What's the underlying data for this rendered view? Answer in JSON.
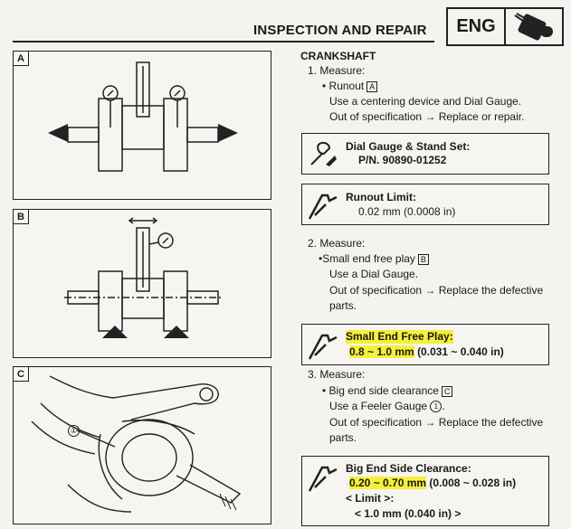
{
  "header": {
    "title": "INSPECTION AND REPAIR",
    "badge": "ENG"
  },
  "figures": {
    "a": "A",
    "b": "B",
    "c": "C",
    "c_callout": "①"
  },
  "section": {
    "title": "CRANKSHAFT",
    "step1": {
      "heading": "1. Measure:",
      "bullet": "• Runout",
      "ref": "A",
      "line1": "Use a centering device and Dial Gauge.",
      "line2": "Out of specification → Replace or repair."
    },
    "tool": {
      "name": "Dial Gauge & Stand Set:",
      "pn": "P/N. 90890-01252"
    },
    "runout": {
      "label": "Runout Limit:",
      "value": "0.02 mm (0.0008 in)"
    },
    "step2": {
      "heading": "2. Measure:",
      "bullet": "•Small end free play",
      "ref": "B",
      "line1": "Use a Dial Gauge.",
      "line2": "Out of specification → Replace the defective",
      "line3": "parts."
    },
    "small_end": {
      "label": "Small End Free Play:",
      "value_hl": "0.8 ~ 1.0 mm",
      "value_rest": "(0.031 ~ 0.040 in)"
    },
    "step3": {
      "heading": "3. Measure:",
      "bullet": "• Big end side clearance",
      "ref": "C",
      "line1a": "Use a Feeler Gauge",
      "line1_num": "1",
      "line1b": ".",
      "line2": "Out of specification → Replace the defective",
      "line3": "parts."
    },
    "big_end": {
      "label": "Big End Side Clearance:",
      "value_hl": "0.20 ~ 0.70 mm",
      "value_rest": "(0.008 ~ 0.028 in)",
      "limit_label": "< Limit >:",
      "limit_value": "< 1.0 mm (0.040 in) >"
    }
  },
  "colors": {
    "highlight": "#f5f03a",
    "ink": "#1a1a1a",
    "paper": "#f4f3ef"
  }
}
